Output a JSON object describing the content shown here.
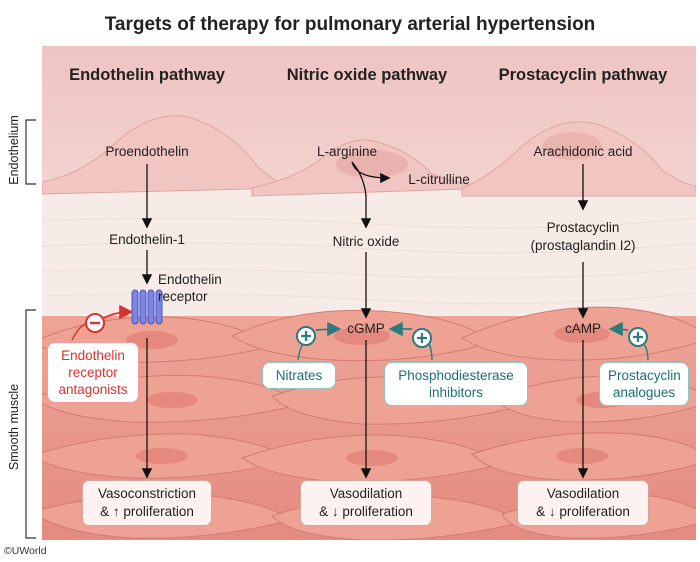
{
  "title": "Targets of therapy for pulmonary arterial hypertension",
  "side_labels": {
    "endothelium": "Endothelium",
    "smooth_muscle": "Smooth muscle"
  },
  "pathways": {
    "endothelin": {
      "heading": "Endothelin pathway",
      "precursor": "Proendothelin",
      "product": "Endothelin-1",
      "receptor_line1": "Endothelin",
      "receptor_line2": "receptor",
      "drug_line1": "Endothelin",
      "drug_line2": "receptor",
      "drug_line3": "antagonists",
      "effect_line1": "Vasoconstriction",
      "effect_line2": "& ↑ proliferation",
      "modifier": "−"
    },
    "nitric_oxide": {
      "heading": "Nitric oxide pathway",
      "precursor": "L-arginine",
      "byproduct": "L-citrulline",
      "product": "Nitric oxide",
      "messenger": "cGMP",
      "drug_a": "Nitrates",
      "drug_b_line1": "Phosphodiesterase",
      "drug_b_line2": "inhibitors",
      "effect_line1": "Vasodilation",
      "effect_line2": "& ↓ proliferation",
      "modifier": "+"
    },
    "prostacyclin": {
      "heading": "Prostacyclin pathway",
      "precursor": "Arachidonic acid",
      "product_line1": "Prostacyclin",
      "product_line2": "(prostaglandin I2)",
      "messenger": "cAMP",
      "drug_line1": "Prostacyclin",
      "drug_line2": "analogues",
      "effect_line1": "Vasodilation",
      "effect_line2": "& ↓ proliferation",
      "modifier": "+"
    }
  },
  "copyright": "©UWorld",
  "colors": {
    "endothelium_top": "#f0c9c6",
    "interstitium": "#f7ebe6",
    "smooth_muscle": "#e99a8f",
    "smooth_muscle_dark": "#d87d72",
    "receptor": "#7b85e8",
    "inhibit_red": "#d9322f",
    "stimulate_teal": "#2c7b7d"
  }
}
